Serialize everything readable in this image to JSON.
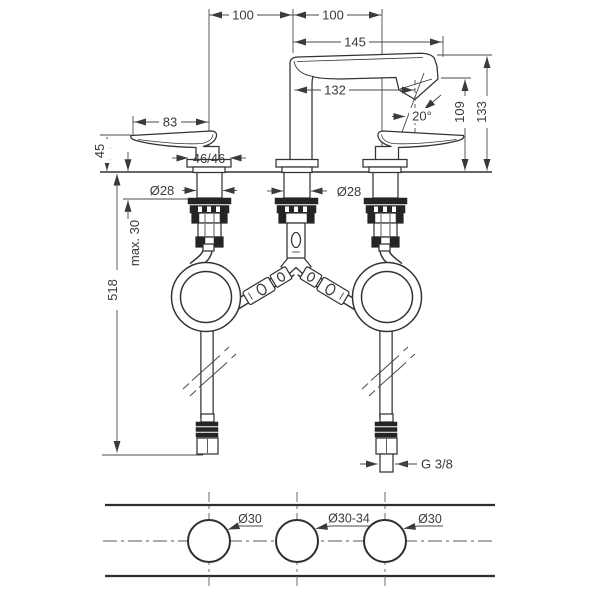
{
  "title": "faucet-installation-drawing",
  "dims": {
    "spacing_left": "100",
    "spacing_right": "100",
    "total_reach": "145",
    "spout_reach": "132",
    "spout_angle": "20°",
    "outlet_height": "109",
    "total_height": "133",
    "handle_length": "83",
    "handle_height": "45",
    "escutcheon_width": "46/46",
    "shank_diameter_left": "Ø28",
    "shank_diameter_center": "Ø28",
    "counter_max": "max. 30",
    "hose_length": "518",
    "thread": "G 3/8",
    "hole_left": "Ø30",
    "hole_center": "Ø30-34",
    "hole_right": "Ø30"
  },
  "colors": {
    "line": "#3a3a3a",
    "dark_fill": "#242424",
    "background": "#ffffff"
  }
}
